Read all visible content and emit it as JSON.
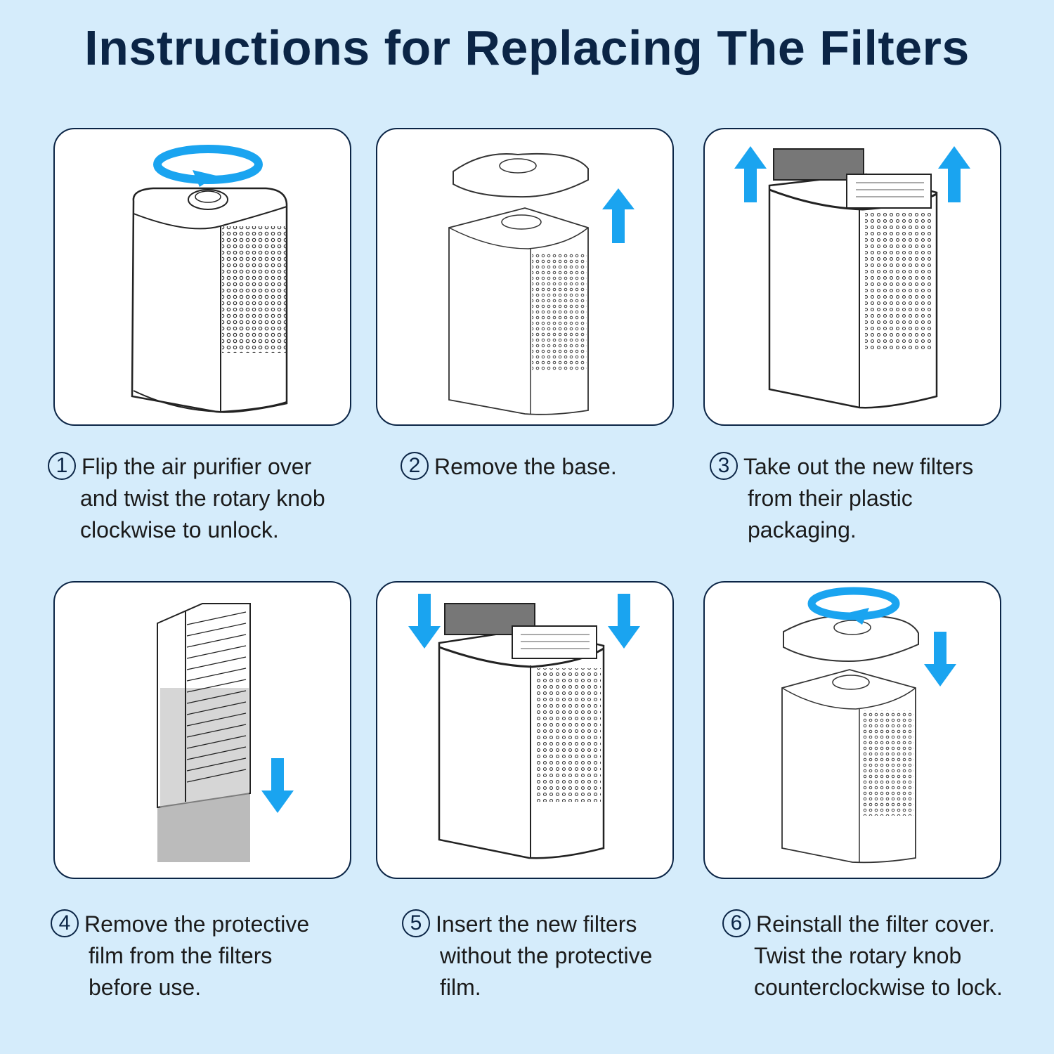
{
  "title": "Instructions for Replacing The Filters",
  "colors": {
    "background": "#d5ecfb",
    "title": "#0b2546",
    "arrow": "#1aa4f0",
    "panel_border": "#0b2546"
  },
  "steps": [
    {
      "number": "1",
      "lines": [
        "Flip the air purifier over",
        "and twist the rotary knob",
        "clockwise to unlock."
      ],
      "icons": [
        "air-purifier",
        "clockwise-rotation-arrow"
      ]
    },
    {
      "number": "2",
      "lines": [
        "Remove the base."
      ],
      "icons": [
        "base-cover",
        "purifier-body",
        "up-arrow"
      ]
    },
    {
      "number": "3",
      "lines": [
        "Take out the new filters",
        "from their plastic",
        "packaging."
      ],
      "icons": [
        "filters",
        "purifier-body",
        "up-arrow"
      ]
    },
    {
      "number": "4",
      "lines": [
        "Remove the protective",
        "film from the filters",
        "before use."
      ],
      "icons": [
        "filter-panel",
        "protective-film",
        "down-arrow"
      ]
    },
    {
      "number": "5",
      "lines": [
        "Insert the new filters",
        "without the protective",
        "film."
      ],
      "icons": [
        "filters",
        "purifier-body",
        "down-arrow"
      ]
    },
    {
      "number": "6",
      "lines": [
        "Reinstall the filter cover.",
        "Twist the rotary knob",
        "counterclockwise to lock."
      ],
      "icons": [
        "base-cover",
        "counterclockwise-rotation-arrow",
        "down-arrow"
      ]
    }
  ]
}
